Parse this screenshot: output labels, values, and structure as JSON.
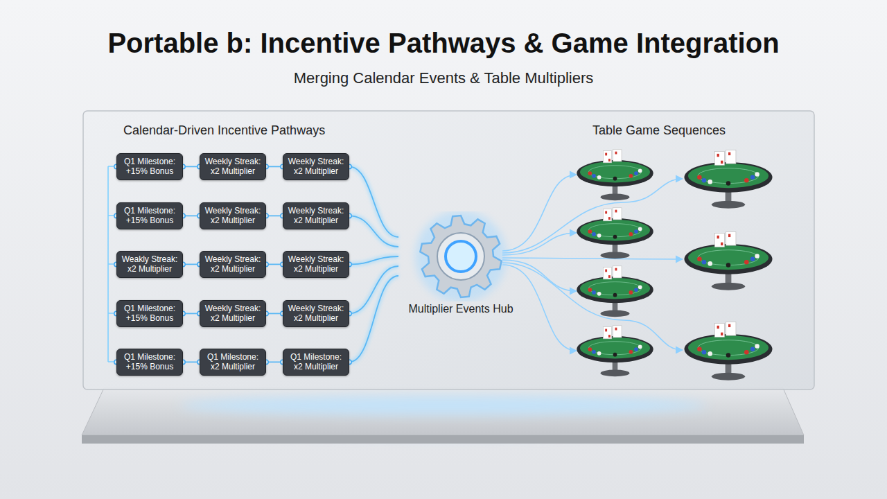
{
  "diagram": {
    "title": "Portable b: Incentive Pathways & Game Integration",
    "nodes": [
      {
        "text": [
          "Q1 Milestone: +15% Bonus"
        ]
      },
      {
        "text": [
          "Weekly Streak: x2 Multiplier"
        ]
      },
      {
        "text": [
          "Weekly Streak: x2 Multiplier"
        ]
      },
      {
        "text": [
          "Q1 Milestone: +15% Bonus"
        ]
      },
      {
        "text": [
          "Weekly Streak: x2 Multiplier"
        ]
      },
      {
        "text": [
          "Weekly Streak: x2 Multiplier"
        ]
      },
      {
        "text": [
          "Weakly Streak: x2 Multiplier"
        ]
      },
      {
        "text": [
          "Weekly Streak: x2 Multiplier"
        ]
      },
      {
        "text": [
          "Weekly Streak: x2 Multiplier"
        ]
      },
      {
        "text": [
          "Q1 Milestone: +15% Bonus"
        ]
      },
      {
        "text": [
          "Weekly Streak: x2 Multiplier"
        ]
      },
      {
        "text": [
          "Weekly Streak: x2 Multiplier"
        ]
      },
      {
        "text": [
          "Q1 Milestone: +15% Bonus"
        ]
      },
      {
        "text": [
          "Q1 Milestone: x2 Multiplier"
        ]
      },
      {
        "text": [
          "Q1 Milestone: x2 Multiplier"
        ]
      },
      {
        "text": [
          "Multiplier Events Hub"
        ]
      }
    ],
    "edges": [
      {
        "from": 0,
        "to": 1,
        "arrow": "none"
      },
      {
        "from": 1,
        "to": 2,
        "arrow": "none"
      },
      {
        "from": 2,
        "to": 15,
        "arrow": "none"
      },
      {
        "from": 3,
        "to": 4,
        "arrow": "none"
      },
      {
        "from": 4,
        "to": 5,
        "arrow": "none"
      },
      {
        "from": 5,
        "to": 15,
        "arrow": "none"
      },
      {
        "from": 6,
        "to": 7,
        "arrow": "none"
      },
      {
        "from": 7,
        "to": 8,
        "arrow": "none"
      },
      {
        "from": 8,
        "to": 15,
        "arrow": "none"
      },
      {
        "from": 9,
        "to": 10,
        "arrow": "none"
      },
      {
        "from": 10,
        "to": 11,
        "arrow": "none"
      },
      {
        "from": 11,
        "to": 15,
        "arrow": "none"
      },
      {
        "from": 12,
        "to": 13,
        "arrow": "none"
      },
      {
        "from": 13,
        "to": 14,
        "arrow": "none"
      },
      {
        "from": 14,
        "to": 15,
        "arrow": "none"
      }
    ],
    "labels": [
      "Merging Calendar Events & Table Multipliers",
      "Calendar-Driven Incentive Pathways",
      "Table Game Sequences"
    ]
  }
}
